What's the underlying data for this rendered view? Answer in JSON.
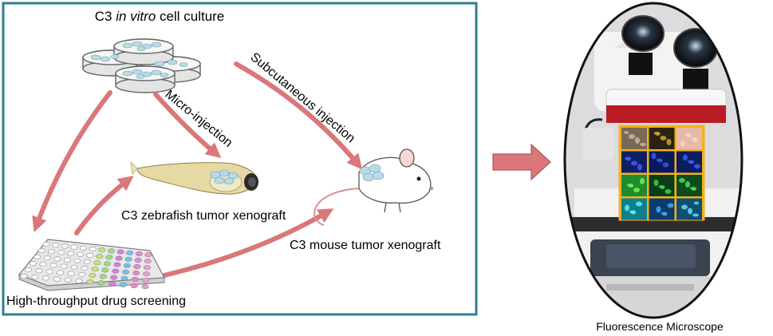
{
  "diagram": {
    "title_prefix": "C3 ",
    "title_italic": "in vitro",
    "title_suffix": " cell culture",
    "arrow_micro_injection": "Micro-injection",
    "arrow_subcutaneous_injection": "Subcutaneous injection",
    "zebrafish_label": "C3 zebrafish tumor xenograft",
    "mouse_label": "C3 mouse tumor xenograft",
    "screening_label": "High-throughput drug screening",
    "microscope_label": "Fluorescence Microscope"
  },
  "colors": {
    "frame": "#2f7f91",
    "arrow": "#d9777a",
    "grid_frame": "#f3b21b",
    "dish_cells": "#b9dbe6"
  },
  "icons": [
    "petri-dishes-icon",
    "zebrafish-icon",
    "mouse-icon",
    "well-plate-icon",
    "microscope-icon"
  ]
}
